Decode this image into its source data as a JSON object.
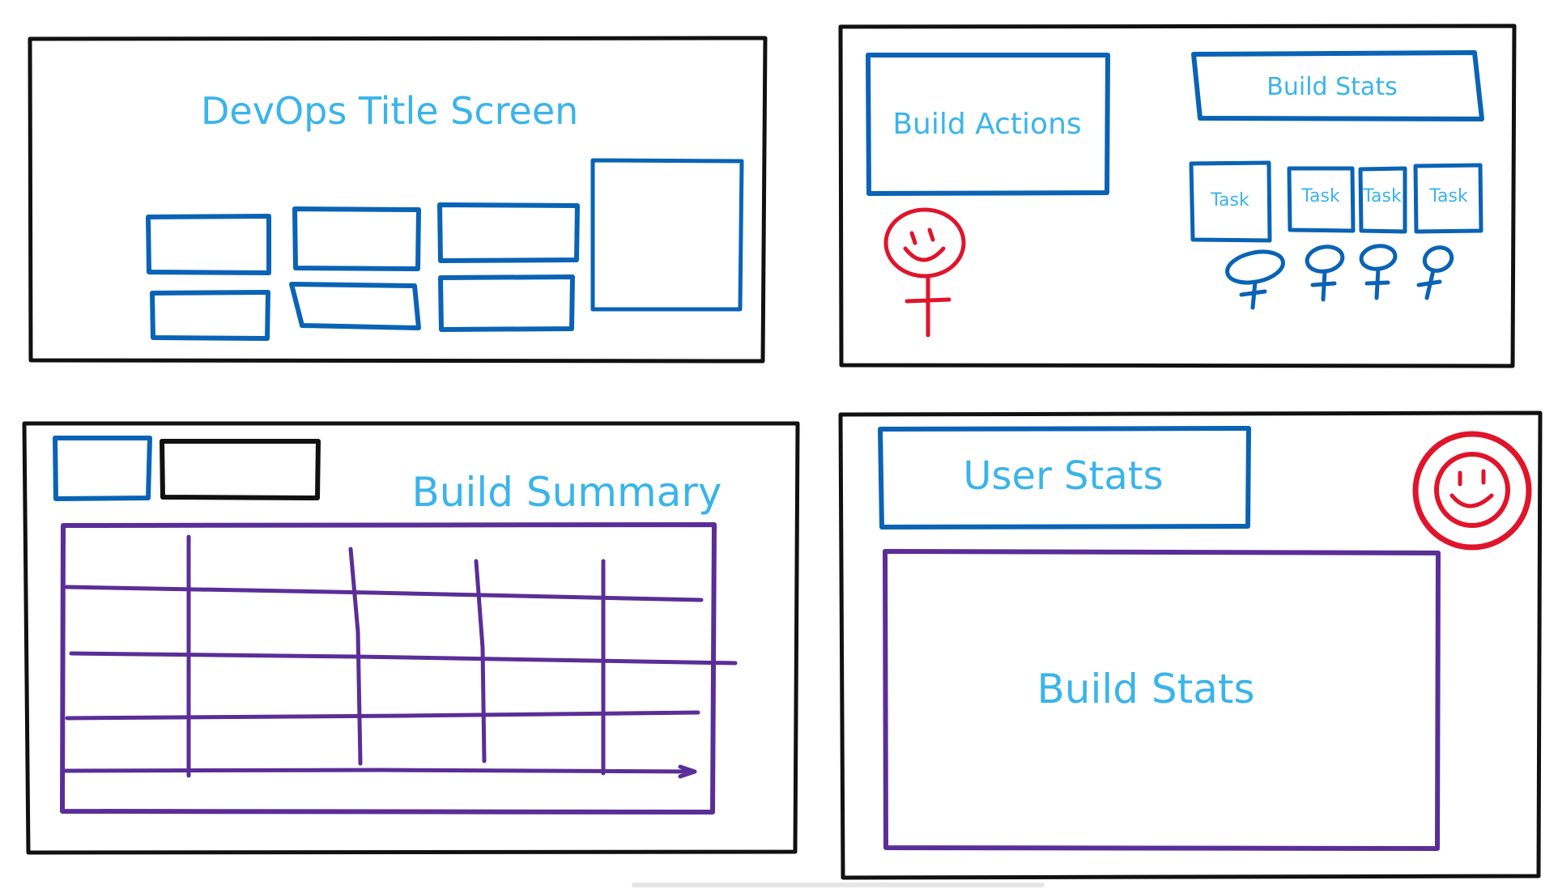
{
  "colors": {
    "frame": "#111111",
    "box": "#0a63b5",
    "table": "#5a2e97",
    "person": "#e0142a",
    "label": "#3ab4ea"
  },
  "panels": {
    "title_screen": {
      "title": "DevOps Title Screen"
    },
    "build_actions": {
      "actions_label": "Build Actions",
      "stats_label": "Build Stats",
      "tasks": [
        "Task",
        "Task",
        "Task",
        "Task"
      ],
      "person_icon": "smiley-person-icon",
      "pin_icon": "map-pin-icon"
    },
    "build_summary": {
      "title": "Build Summary"
    },
    "user_stats": {
      "header_label": "User Stats",
      "content_label": "Build Stats",
      "avatar_icon": "smiley-avatar-icon"
    }
  }
}
